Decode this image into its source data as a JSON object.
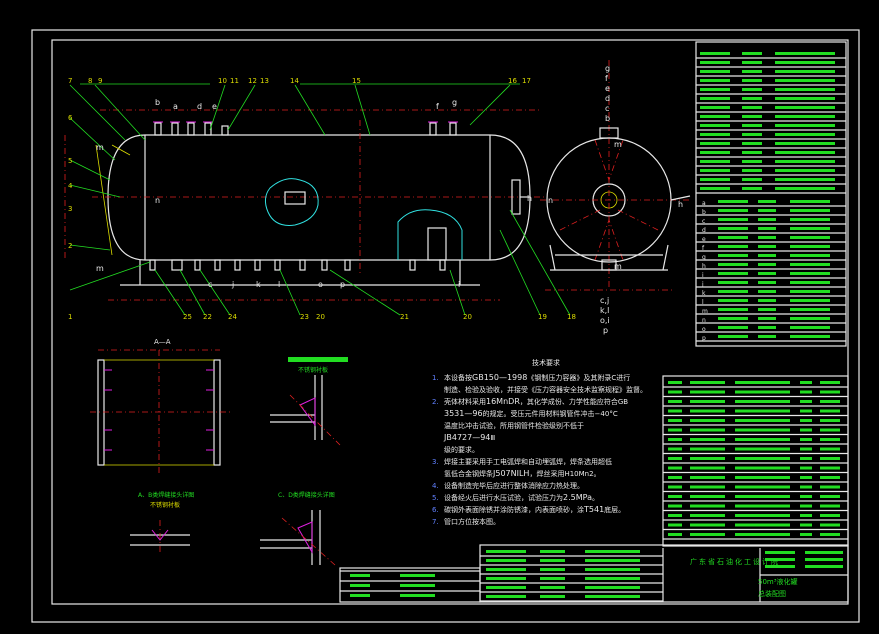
{
  "callouts_top": [
    "7",
    "8",
    "9",
    "10",
    "11",
    "12",
    "13",
    "14",
    "15",
    "16",
    "17"
  ],
  "callouts_left": [
    "6",
    "5",
    "4",
    "3",
    "2",
    "1"
  ],
  "callouts_bottom": [
    "25",
    "22",
    "24",
    "23",
    "20",
    "21",
    "20",
    "19",
    "18"
  ],
  "nozzle_letters_top": [
    "b",
    "a",
    "d",
    "e",
    "f",
    "g"
  ],
  "nozzle_letters_bottom": [
    "c",
    "j",
    "k",
    "l",
    "o",
    "p"
  ],
  "side_nozzle_letters": [
    "g",
    "f",
    "e",
    "d",
    "c",
    "b"
  ],
  "side_bottom_letters": [
    "c,j",
    "k,l",
    "o,i",
    "p"
  ],
  "marks": {
    "m": "m",
    "n": "n",
    "h": "h",
    "i": "i"
  },
  "section_title": "A—A",
  "notes": {
    "title": "技术要求",
    "items": [
      {
        "n": "1.",
        "a": "本设备按",
        "b": "GB150—1998",
        "c": "《钢制压力容器》及其附录C进",
        "d": "行"
      },
      {
        "n": "",
        "a": "制造、检验及验收，并接受《压力容器安全技术监察规",
        "b": "",
        "c": "",
        "d": "程》监督。"
      },
      {
        "n": "2.",
        "a": "壳体材料采用",
        "b": "16MnDR",
        "c": "，其化学成份、力学性能应符合",
        "d": "GB"
      },
      {
        "n": "",
        "a": "",
        "b": "3531—96",
        "c": "的规定。受压元件用材料钢管件冲击−40°",
        "d": "C"
      },
      {
        "n": "",
        "a": "温度比冲击试验，所用钢管件检验级别不低于",
        "b": "",
        "c": "",
        "d": ""
      },
      {
        "n": "",
        "a": "",
        "b": "JB4727—94",
        "c": "Ⅲ",
        "d": ""
      },
      {
        "n": "",
        "a": "级的要求。",
        "b": "",
        "c": "",
        "d": ""
      },
      {
        "n": "3.",
        "a": "焊接主要采用手工电弧焊和自动埋弧焊，焊条选用超低",
        "b": "",
        "c": "",
        "d": ""
      },
      {
        "n": "",
        "a": "氢低合金钢焊条",
        "b": "J507NILH",
        "c": "，焊丝采用",
        "d": "H10Mn2。"
      },
      {
        "n": "4.",
        "a": "设备制造完毕后应进行整体消除应力热处理。",
        "b": "",
        "c": "",
        "d": ""
      },
      {
        "n": "5.",
        "a": "设备经火后进行水压试验，试验压力为",
        "b": "2.5MPa",
        "c": "。",
        "d": ""
      },
      {
        "n": "6.",
        "a": "碳钢外表面除锈并涂防锈漆，内表面喷砂，涂",
        "b": "T541",
        "c": "底层。",
        "d": ""
      },
      {
        "n": "7.",
        "a": "管口方位按本图。",
        "b": "",
        "c": "",
        "d": ""
      }
    ]
  },
  "detail_labels": {
    "d1": "焊缝接头详图",
    "d2": "不锈钢衬板",
    "d3": "A、B类焊缝接头详图",
    "d4": "C、D类焊缝接头详图",
    "d5": "不锈钢衬板"
  },
  "title_block": {
    "company": "广东省石油化工设计院",
    "drawing": "50m³液化罐",
    "sub": "总装配图"
  },
  "nozzle_table_rows": [
    "a",
    "b",
    "c",
    "d",
    "e",
    "f",
    "g",
    "h",
    "i",
    "j",
    "k",
    "l",
    "m",
    "n",
    "o",
    "p"
  ]
}
